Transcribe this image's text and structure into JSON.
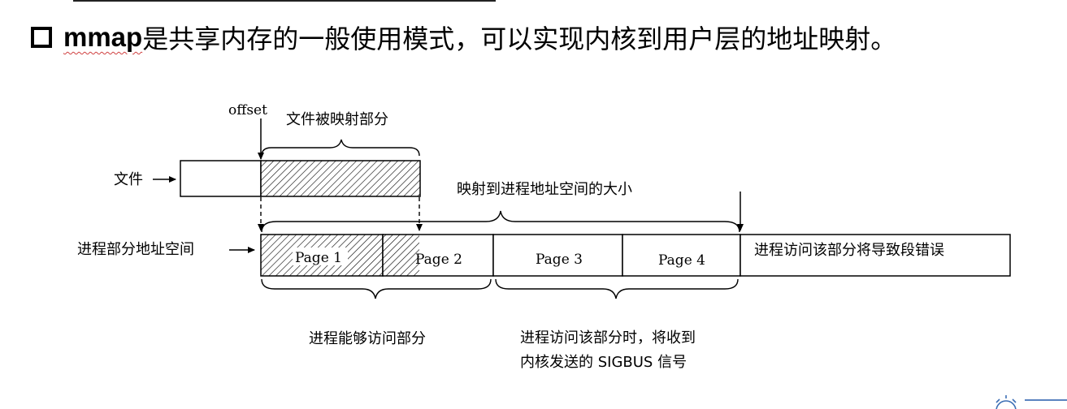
{
  "bullet": {
    "term": "mmap",
    "text": "是共享内存的一般使用模式，可以实现内核到用户层的地址映射。"
  },
  "diagram": {
    "offset_label": "offset",
    "file_mapped_label": "文件被映射部分",
    "file_label": "文件",
    "map_size_label": "映射到进程地址空间的大小",
    "process_space_label": "进程部分地址空间",
    "pages": [
      "Page 1",
      "Page 2",
      "Page 3",
      "Page 4"
    ],
    "segfault_label": "进程访问该部分将导致段错误",
    "accessible_label": "进程能够访问部分",
    "sigbus_line1": "进程访问该部分时，将收到",
    "sigbus_line2": "内核发送的 SIGBUS 信号"
  },
  "icons": {
    "bullet": "square-bullet-icon",
    "corner": "gear-logo-icon"
  }
}
